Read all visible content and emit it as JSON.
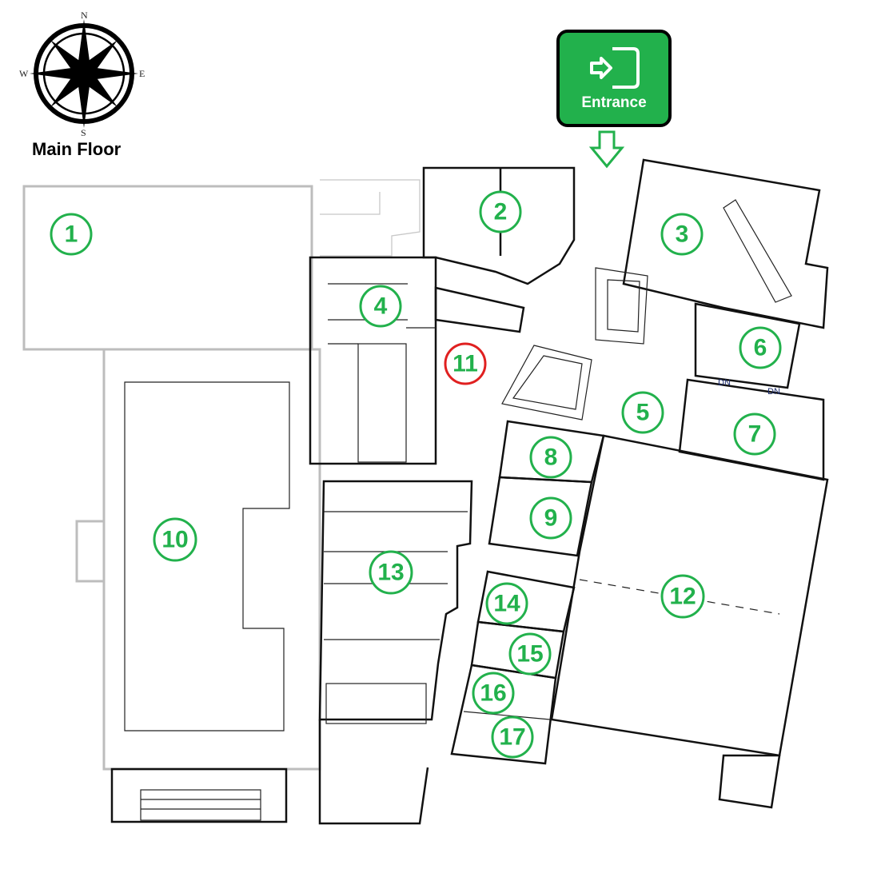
{
  "map": {
    "title": "Main Floor",
    "entrance_label": "Entrance",
    "compass": {
      "n": "N",
      "e": "E",
      "s": "S",
      "w": "W"
    },
    "stair_labels": [
      "DN",
      "DN"
    ],
    "rooms": [
      "1",
      "2",
      "3",
      "4",
      "5",
      "6",
      "7",
      "8",
      "9",
      "10",
      "11",
      "12",
      "13",
      "14",
      "15",
      "16",
      "17"
    ],
    "highlighted_room": "11",
    "colors": {
      "marker": "#22b14c",
      "highlight": "#e02020",
      "entrance_bg": "#22b14c"
    }
  }
}
